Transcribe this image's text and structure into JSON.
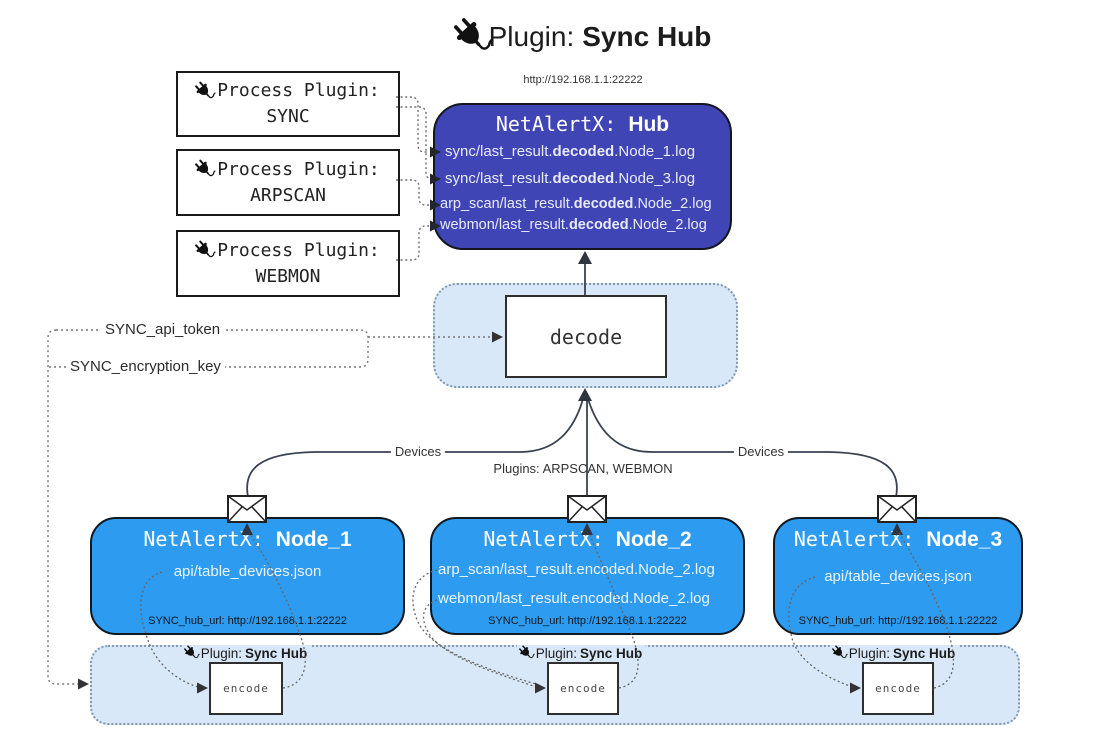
{
  "title": {
    "prefix": "Plugin:",
    "name": "Sync Hub"
  },
  "process_plugins": [
    {
      "heading": "Process Plugin:",
      "name": "SYNC"
    },
    {
      "heading": "Process Plugin:",
      "name": "ARPSCAN"
    },
    {
      "heading": "Process Plugin:",
      "name": "WEBMON"
    }
  ],
  "hub": {
    "url": "http://192.168.1.1:22222",
    "title_prefix": "NetAlertX:",
    "title_name": "Hub",
    "log_lines": [
      {
        "pre": "sync/last_result.",
        "bold": "decoded",
        "post": ".Node_1.log"
      },
      {
        "pre": "sync/last_result.",
        "bold": "decoded",
        "post": ".Node_3.log"
      },
      {
        "pre": "arp_scan/last_result.",
        "bold": "decoded",
        "post": ".Node_2.log"
      },
      {
        "pre": "webmon/last_result.",
        "bold": "decoded",
        "post": ".Node_2.log"
      }
    ]
  },
  "decode": {
    "label": "decode"
  },
  "config": {
    "api_token": "SYNC_api_token",
    "encryption_key": "SYNC_encryption_key"
  },
  "edge_labels": {
    "left": "Devices",
    "center": "Plugins: ARPSCAN, WEBMON",
    "right": "Devices"
  },
  "nodes": [
    {
      "title_prefix": "NetAlertX:",
      "title_name": "Node_1",
      "lines": [
        "api/table_devices.json"
      ],
      "hub_url": "SYNC_hub_url: http://192.168.1.1:22222"
    },
    {
      "title_prefix": "NetAlertX:",
      "title_name": "Node_2",
      "lines": [
        "arp_scan/last_result.encoded.Node_2.log",
        "webmon/last_result.encoded.Node_2.log"
      ],
      "hub_url": "SYNC_hub_url: http://192.168.1.1:22222"
    },
    {
      "title_prefix": "NetAlertX:",
      "title_name": "Node_3",
      "lines": [
        "api/table_devices.json"
      ],
      "hub_url": "SYNC_hub_url: http://192.168.1.1:22222"
    }
  ],
  "encode_sections": [
    {
      "label_prefix": "Plugin:",
      "label_name": "Sync Hub",
      "box": "encode"
    },
    {
      "label_prefix": "Plugin:",
      "label_name": "Sync Hub",
      "box": "encode"
    },
    {
      "label_prefix": "Plugin:",
      "label_name": "Sync Hub",
      "box": "encode"
    }
  ],
  "colors": {
    "hub_bg": "#3f45b5",
    "node_bg": "#2d9bf0",
    "panel_bg": "#d8e8f9",
    "solid_line": "#3a4150",
    "dotted_line": "#6e6e6e",
    "text_on_blue": "#e9eaf7"
  }
}
